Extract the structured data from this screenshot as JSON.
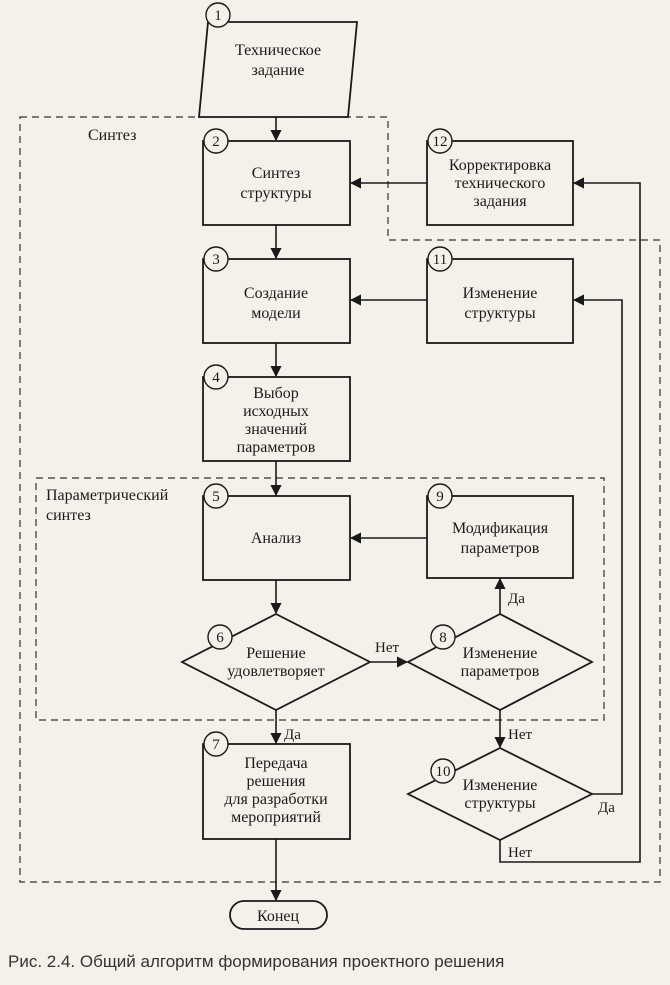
{
  "regions": {
    "synthesis": "Синтез",
    "parametric_line1": "Параметрический",
    "parametric_line2": "синтез"
  },
  "blocks": {
    "b1": {
      "num": "1",
      "lines": [
        "Техническое",
        "задание"
      ]
    },
    "b2": {
      "num": "2",
      "lines": [
        "Синтез",
        "структуры"
      ]
    },
    "b3": {
      "num": "3",
      "lines": [
        "Создание",
        "модели"
      ]
    },
    "b4": {
      "num": "4",
      "lines": [
        "Выбор",
        "исходных",
        "значений",
        "параметров"
      ]
    },
    "b5": {
      "num": "5",
      "lines": [
        "Анализ"
      ]
    },
    "b6": {
      "num": "6",
      "lines": [
        "Решение",
        "удовлетворяет"
      ]
    },
    "b7": {
      "num": "7",
      "lines": [
        "Передача",
        "решения",
        "для разработки",
        "мероприятий"
      ]
    },
    "b8": {
      "num": "8",
      "lines": [
        "Изменение",
        "параметров"
      ]
    },
    "b9": {
      "num": "9",
      "lines": [
        "Модификация",
        "параметров"
      ]
    },
    "b10": {
      "num": "10",
      "lines": [
        "Изменение",
        "структуры"
      ]
    },
    "b11": {
      "num": "11",
      "lines": [
        "Изменение",
        "структуры"
      ]
    },
    "b12": {
      "num": "12",
      "lines": [
        "Корректировка",
        "технического",
        "задания"
      ]
    },
    "end": {
      "lines": [
        "Конец"
      ]
    }
  },
  "edge_labels": {
    "no": "Нет",
    "yes": "Да"
  },
  "caption": "Рис. 2.4. Общий алгоритм формирования проектного решения"
}
